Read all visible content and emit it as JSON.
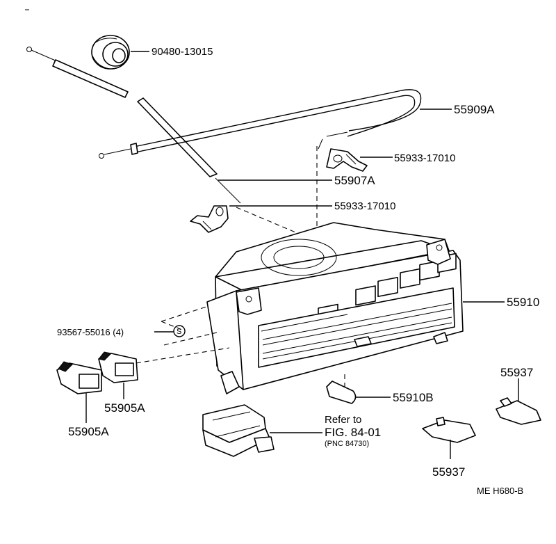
{
  "labels": {
    "grommet": "90480-13015",
    "cable_a": "55909A",
    "clamp_upper": "55933-17010",
    "cable_b": "55907A",
    "clamp_lower": "55933-17010",
    "control_assy": "55910",
    "screw": "93567-55016 (4)",
    "screw_symbol": "S",
    "knob_upper": "55905A",
    "knob_lower": "55905A",
    "bulb": "55910B",
    "bracket_upper": "55937",
    "bracket_lower": "55937",
    "refer_line1": "Refer to",
    "refer_line2": "FIG. 84-01",
    "refer_line3": "(PNC 84730)",
    "drawing_code": "ME  H680-B"
  }
}
